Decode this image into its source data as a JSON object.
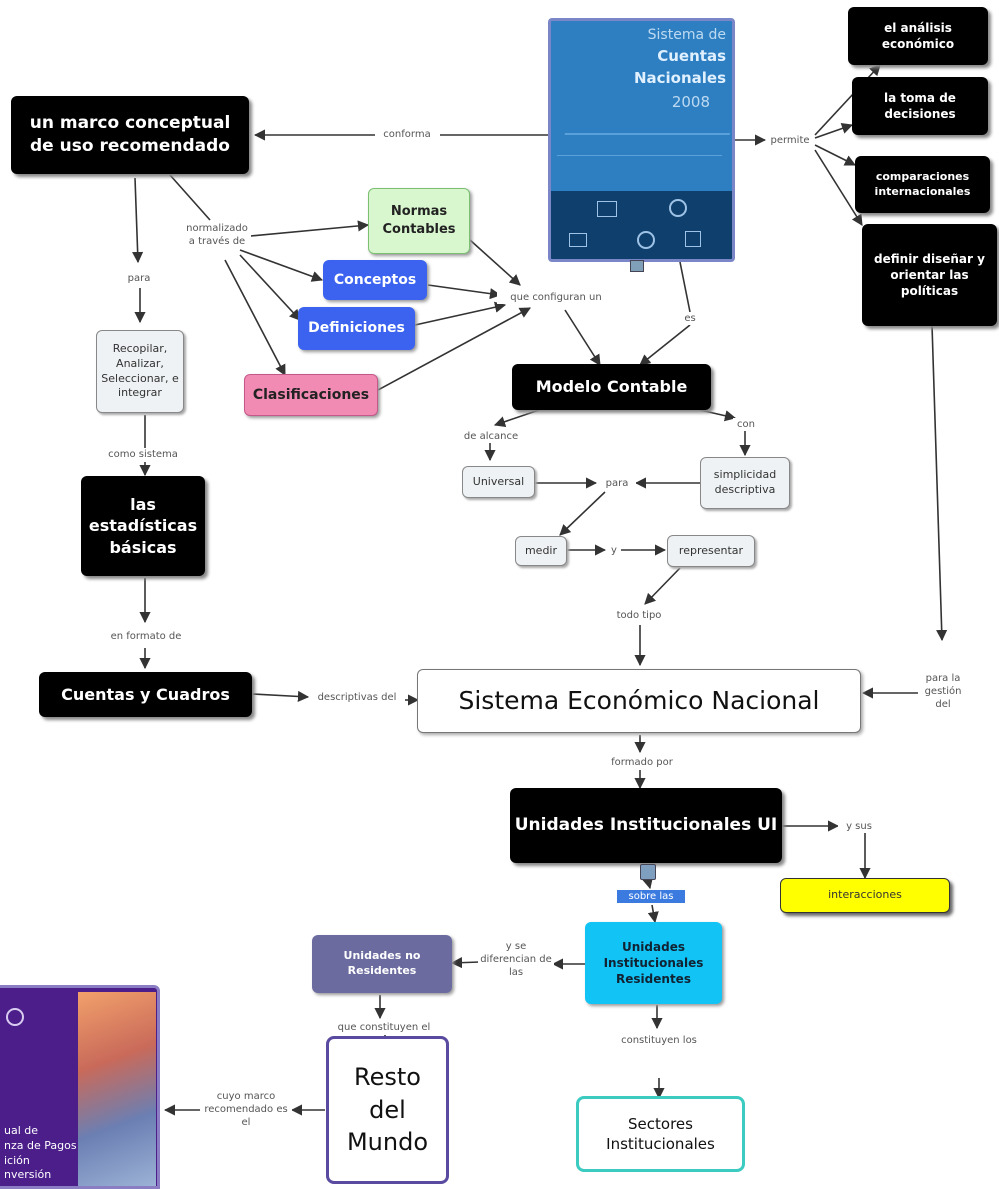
{
  "colors": {
    "dark": "#000000",
    "green": "#d9f7cf",
    "blue": "#3b63f0",
    "pink": "#f28bb4",
    "yellow": "#ffff00",
    "cyan": "#12c4f5",
    "slate": "#6b6ba0",
    "teal_border": "#3ccbc1",
    "purple_border": "#5a4aa0",
    "cover_blue": "#2e7fc1",
    "cover_purple": "#4b1e8a"
  },
  "nodes": {
    "marco": "un marco conceptual de uso recomendado",
    "normas": "Normas Contables",
    "conceptos": "Conceptos",
    "definiciones": "Definiciones",
    "clasificaciones": "Clasificaciones",
    "recopilar": "Recopilar, Analizar, Seleccionar, e integrar",
    "estadisticas": "las estadísticas básicas",
    "cuentas": "Cuentas y Cuadros",
    "modelo": "Modelo Contable",
    "universal": "Universal",
    "simplicidad": "simplicidad descriptiva",
    "medir": "medir",
    "representar": "representar",
    "sistema": "Sistema Económico Nacional",
    "analisis": "el análisis económico",
    "toma": "la toma de decisiones",
    "comparaciones": "comparaciones internacionales",
    "politicas": "definir diseñar y orientar las políticas",
    "unidades": "Unidades Institucionales UI",
    "interacciones": "interacciones",
    "residentes": "Unidades Institucionales Residentes",
    "no_residentes": "Unidades no Residentes",
    "resto": "Resto del Mundo",
    "sectores": "Sectores Institucionales"
  },
  "links": {
    "conforma": "conforma",
    "normalizado": "normalizado a través de",
    "para1": "para",
    "configuran": "que configuran un",
    "es": "es",
    "permite": "permite",
    "como_sistema": "como sistema",
    "alcance": "de alcance",
    "con": "con",
    "para2": "para",
    "y": "y",
    "todo_tipo": "todo tipo",
    "formato": "en formato de",
    "descriptivas": "descriptivas del",
    "gestion": "para la gestión del",
    "formado": "formado por",
    "y_sus": "y sus",
    "sobre": "sobre las",
    "diferencian": "y se diferencian de las",
    "constituyen": "constituyen los",
    "que_constituyen": "que constituyen el",
    "manual": "cuyo marco recomendado es el"
  },
  "cover_scn": {
    "line1": "Sistema de",
    "line2": "Cuentas",
    "line3": "Nacionales",
    "year": "2008"
  },
  "cover_manual": {
    "line1": "ual de",
    "line2": "nza de Pagos",
    "line3": "ición",
    "line4": "nversión"
  }
}
